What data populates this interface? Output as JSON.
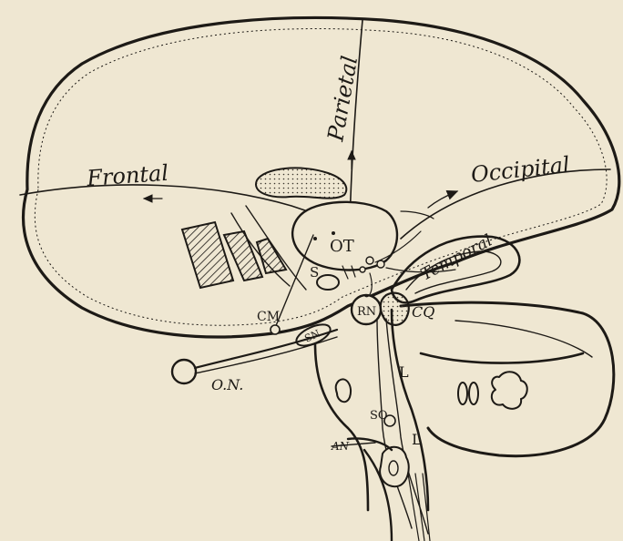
{
  "labels": {
    "frontal": "Frontal",
    "parietal": "Parietal",
    "occipital": "Occipital",
    "temporal": "Temporal",
    "ot": "OT",
    "rn": "RN",
    "cq": "CQ",
    "cm": "CM",
    "sn": "SN",
    "on": "O.N.",
    "s": "S",
    "l_upper": "L",
    "l_lower": "L",
    "so": "SO",
    "an": "AN"
  }
}
